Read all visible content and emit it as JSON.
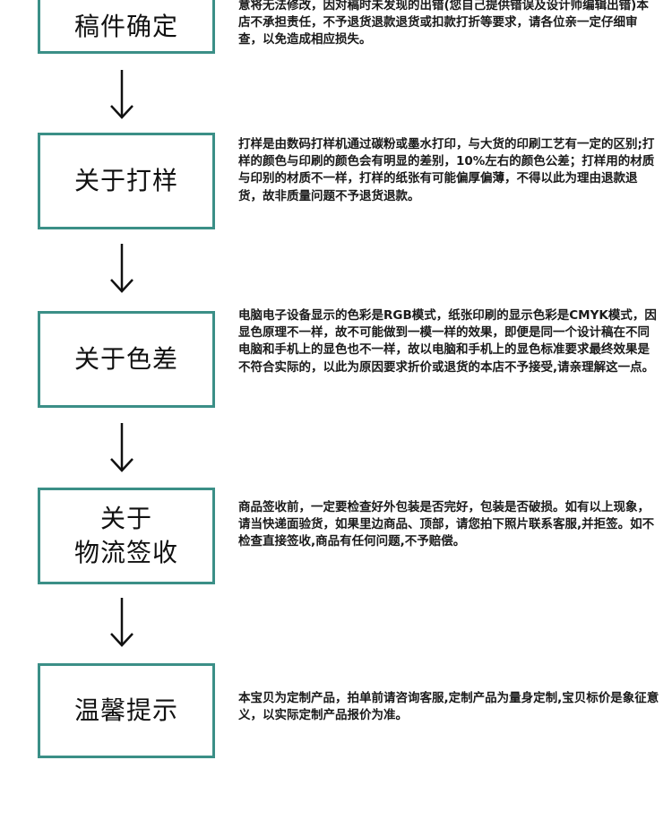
{
  "sections": [
    {
      "id": "confirm",
      "title_lines": [
        "稿件确定"
      ],
      "desc": "意将无法修改，因对稿时未发现的出错(您自己提供错误及设计师编辑出错)本店不承担责任，不予退货退款退货或扣款打折等要求，请各位亲一定仔细审查，以免造成相应损失。"
    },
    {
      "id": "proof",
      "title_lines": [
        "关于打样"
      ],
      "desc": "打样是由数码打样机通过碳粉或墨水打印，与大货的印刷工艺有一定的区别;打样的颜色与印刷的颜色会有明显的差别，10%左右的颜色公差；打样用的材质与印别的材质不一样，打样的纸张有可能偏厚偏薄，不得以此为理由退款退货，故非质量问题不予退货退款。"
    },
    {
      "id": "color",
      "title_lines": [
        "关于色差"
      ],
      "desc": "电脑电子设备显示的色彩是RGB模式，纸张印刷的显示色彩是CMYK模式，因显色原理不一样，故不可能做到一模一样的效果，即便是同一个设计稿在不同电脑和手机上的显色也不一样，故以电脑和手机上的显色标准要求最终效果是不符合实际的，以此为原因要求折价或退货的本店不予接受,请亲理解这一点。"
    },
    {
      "id": "logistics",
      "title_lines": [
        "关于",
        "物流签收"
      ],
      "desc": "商品签收前，一定要检查好外包装是否完好，包装是否破损。如有以上现象，请当快递面验货，如果里边商品、顶部，请您拍下照片联系客服,并拒签。如不检查直接签收,商品有任何问题,不予赔偿。"
    },
    {
      "id": "tips",
      "title_lines": [
        "温馨提示"
      ],
      "desc": "本宝贝为定制产品，拍单前请咨询客服,定制产品为量身定制,宝贝标价是象征意义，以实际定制产品报价为准。"
    }
  ],
  "colors": {
    "border": "#3b8f87",
    "arrow": "#111111"
  },
  "icons": {
    "arrow": "arrow-down-icon"
  }
}
